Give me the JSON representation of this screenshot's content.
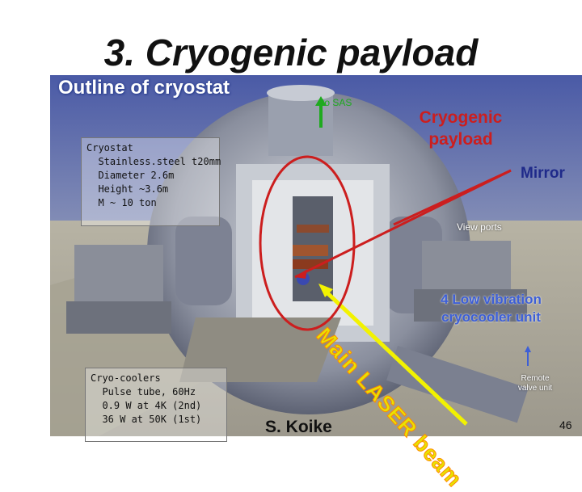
{
  "slide": {
    "title": "3. Cryogenic payload",
    "subtitle": "Outline of cryostat",
    "author": "S. Koike",
    "page_number": "46"
  },
  "cryostat_box": {
    "lines": [
      "Cryostat",
      "  Stainless.steel t20mm",
      "  Diameter 2.6m",
      "  Height ~3.6m",
      "  M ~ 10 ton"
    ]
  },
  "cryocooler_box": {
    "lines": [
      "Cryo-coolers",
      "  Pulse tube, 60Hz",
      "  0.9 W at 4K (2nd)",
      "  36 W at 50K (1st)"
    ]
  },
  "labels": {
    "type_b_sas": "to SAS",
    "cryogenic_payload": "Cryogenic payload",
    "mirror": "Mirror",
    "view_ports": "View ports",
    "low_vibration": "4 Low vibration cryocooler unit",
    "remote_valve": "Remote valve unit",
    "main_laser": "Main LASER beam"
  },
  "colors": {
    "title": "#111111",
    "arrow_green": "#1faa1f",
    "arrow_red": "#cc1e1e",
    "arrow_yellow": "#f2f200",
    "lowvib_blue": "#3d5fd6"
  }
}
